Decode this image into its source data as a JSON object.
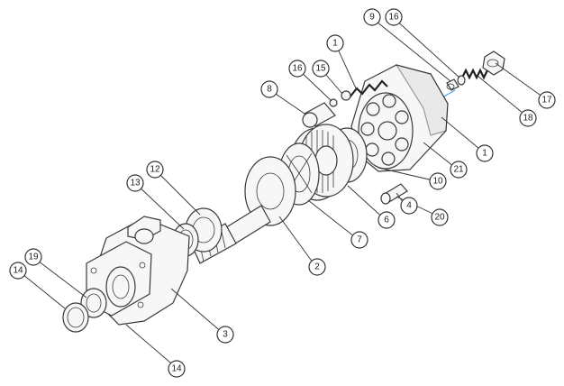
{
  "diagram": {
    "callouts": [
      {
        "id": "c1a",
        "label": "1"
      },
      {
        "id": "c1b",
        "label": "1"
      },
      {
        "id": "c2",
        "label": "2"
      },
      {
        "id": "c3",
        "label": "3"
      },
      {
        "id": "c4",
        "label": "4"
      },
      {
        "id": "c6",
        "label": "6"
      },
      {
        "id": "c7",
        "label": "7"
      },
      {
        "id": "c8",
        "label": "8"
      },
      {
        "id": "c9",
        "label": "9"
      },
      {
        "id": "c10",
        "label": "10"
      },
      {
        "id": "c12",
        "label": "12"
      },
      {
        "id": "c13",
        "label": "13"
      },
      {
        "id": "c14a",
        "label": "14"
      },
      {
        "id": "c14b",
        "label": "14"
      },
      {
        "id": "c15",
        "label": "15"
      },
      {
        "id": "c16a",
        "label": "16"
      },
      {
        "id": "c16b",
        "label": "16"
      },
      {
        "id": "c17",
        "label": "17"
      },
      {
        "id": "c18",
        "label": "18"
      },
      {
        "id": "c19",
        "label": "19"
      },
      {
        "id": "c20",
        "label": "20"
      },
      {
        "id": "c21",
        "label": "21"
      }
    ],
    "colors": {
      "axis": "#1e88e5",
      "line": "#333333",
      "fill": "#f7f7f7"
    }
  }
}
